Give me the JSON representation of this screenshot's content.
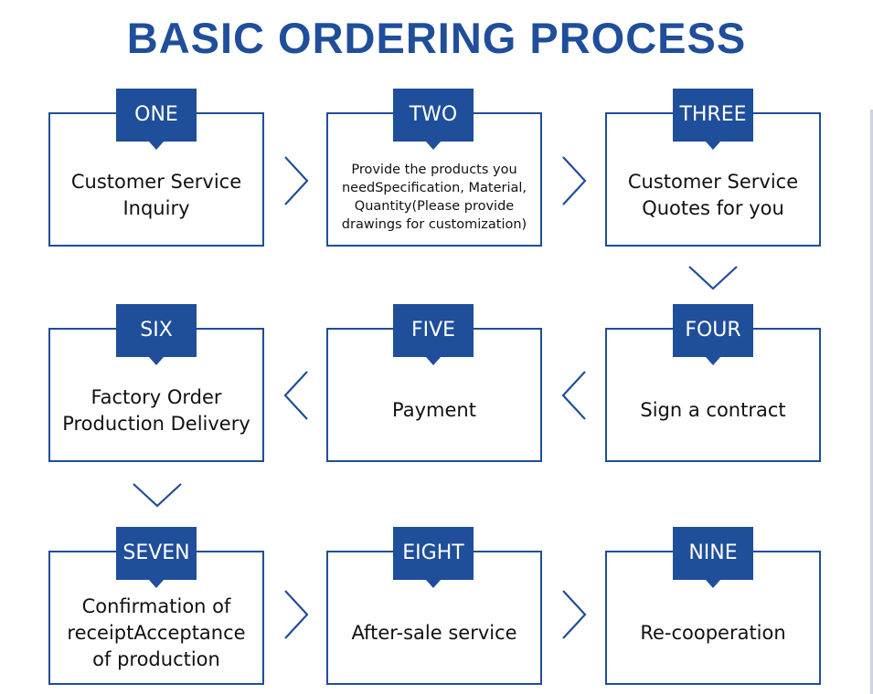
{
  "title": "BASIC ORDERING PROCESS",
  "steps": [
    {
      "tag": "ONE",
      "text": "Customer Service\nInquiry"
    },
    {
      "tag": "TWO",
      "text": "Provide the products you\nneedSpecification, Material,\nQuantity(Please provide\ndrawings for customization)"
    },
    {
      "tag": "THREE",
      "text": "Customer Service\nQuotes for you"
    },
    {
      "tag": "FOUR",
      "text": "Sign a contract"
    },
    {
      "tag": "FIVE",
      "text": "Payment"
    },
    {
      "tag": "SIX",
      "text": "Factory Order\nProduction Delivery"
    },
    {
      "tag": "SEVEN",
      "text": "Confirmation of\nreceiptAcceptance\nof production"
    },
    {
      "tag": "EIGHT",
      "text": "After-sale service"
    },
    {
      "tag": "NINE",
      "text": "Re-cooperation"
    }
  ],
  "colors": {
    "accent": "#1f4e9a",
    "text": "#111111"
  },
  "icons": {
    "right": "chevron-right-icon",
    "left": "chevron-left-icon",
    "down": "chevron-down-icon"
  }
}
